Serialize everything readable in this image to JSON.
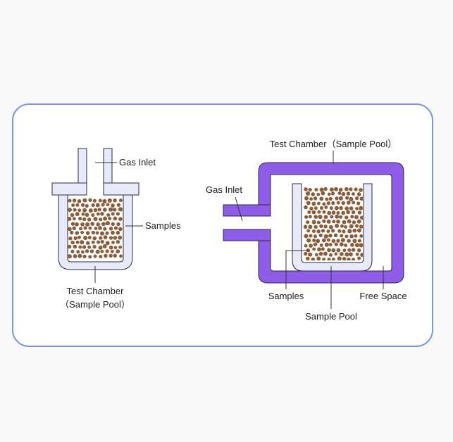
{
  "colors": {
    "frame_border": "#7a97e6",
    "chamber_fill": "#e8eaf9",
    "chamber_stroke": "#2b2b3b",
    "free_space_wall": "#8f5ce8",
    "sample_particle": "#8a5d3b",
    "leader_line": "#333333"
  },
  "left_diagram": {
    "gas_inlet_label": "Gas Inlet",
    "samples_label": "Samples",
    "chamber_label_line1": "Test Chamber",
    "chamber_label_line2": "（Sample Pool）"
  },
  "right_diagram": {
    "chamber_label": "Test Chamber（Sample Pool）",
    "gas_inlet_label": "Gas Inlet",
    "samples_label": "Samples",
    "sample_pool_label": "Sample Pool",
    "free_space_label": "Free Space"
  }
}
